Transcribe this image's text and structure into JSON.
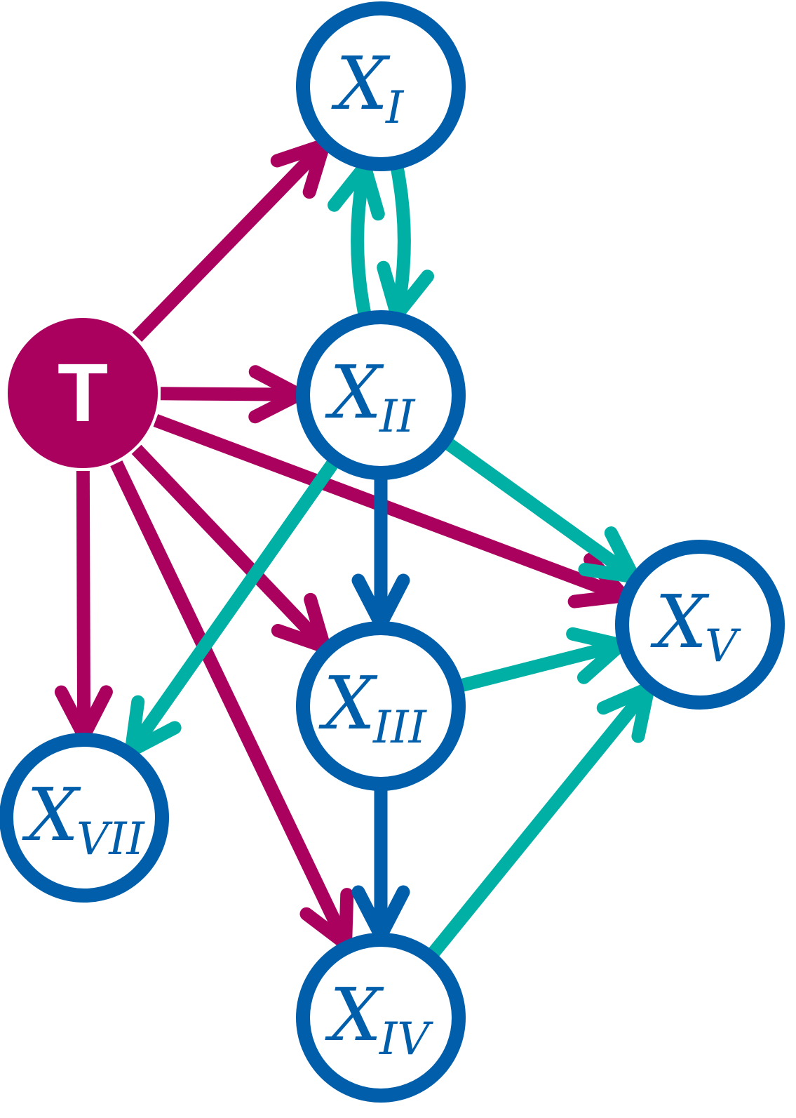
{
  "colors": {
    "node_stroke": "#005EAA",
    "node_fill": "#ffffff",
    "source_fill": "#AA005E",
    "source_text": "#ffffff",
    "edge_treatment": "#AA005E",
    "edge_teal": "#00B0A4",
    "edge_blue": "#005EAA"
  },
  "source_node": {
    "id": "T",
    "label": "T"
  },
  "nodes": [
    {
      "id": "I",
      "main": "X",
      "sub": "I"
    },
    {
      "id": "II",
      "main": "X",
      "sub": "II"
    },
    {
      "id": "III",
      "main": "X",
      "sub": "III"
    },
    {
      "id": "IV",
      "main": "X",
      "sub": "IV"
    },
    {
      "id": "V",
      "main": "X",
      "sub": "V"
    },
    {
      "id": "VII",
      "main": "X",
      "sub": "VII"
    }
  ],
  "edges": [
    {
      "from": "T",
      "to": "I",
      "color": "treatment"
    },
    {
      "from": "T",
      "to": "II",
      "color": "treatment"
    },
    {
      "from": "T",
      "to": "III",
      "color": "treatment"
    },
    {
      "from": "T",
      "to": "IV",
      "color": "treatment"
    },
    {
      "from": "T",
      "to": "V",
      "color": "treatment"
    },
    {
      "from": "T",
      "to": "VII",
      "color": "treatment"
    },
    {
      "from": "I",
      "to": "II",
      "color": "teal"
    },
    {
      "from": "II",
      "to": "I",
      "color": "teal"
    },
    {
      "from": "II",
      "to": "III",
      "color": "blue"
    },
    {
      "from": "II",
      "to": "V",
      "color": "teal"
    },
    {
      "from": "II",
      "to": "VII",
      "color": "teal"
    },
    {
      "from": "III",
      "to": "IV",
      "color": "blue"
    },
    {
      "from": "III",
      "to": "V",
      "color": "teal"
    },
    {
      "from": "IV",
      "to": "V",
      "color": "teal"
    }
  ]
}
